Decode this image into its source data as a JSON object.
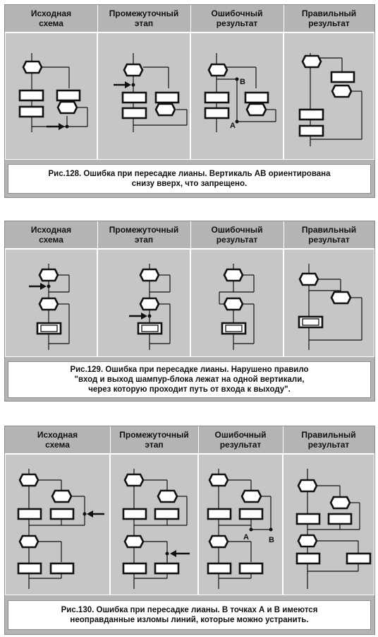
{
  "headers": [
    "Исходная\nсхема",
    "Промежуточный\nэтап",
    "Ошибочный\nрезультат",
    "Правильный\nрезультат"
  ],
  "figures": [
    {
      "caption": "Рис.128. Ошибка при пересадке лианы. Вертикаль АВ ориентирована\nснизу вверх, что запрещено.",
      "labels": {
        "a": "A",
        "b": "B"
      }
    },
    {
      "caption": "Рис.129. Ошибка при пересадке лианы. Нарушено правило\n\"вход и выход шампур-блока лежат на одной вертикали,\nчерез которую проходит путь от входа к выходу\"."
    },
    {
      "caption": "Рис.130. Ошибка при пересадке лианы. В точках А и В имеются\nнеоправданные изломы линий, которые можно устранить.",
      "labels": {
        "a": "A",
        "b": "B"
      }
    }
  ],
  "colors": {
    "frame": "#b4b4b4",
    "panel": "#c6c6c6",
    "caption_bg": "#ffffff",
    "ink": "#111111"
  }
}
